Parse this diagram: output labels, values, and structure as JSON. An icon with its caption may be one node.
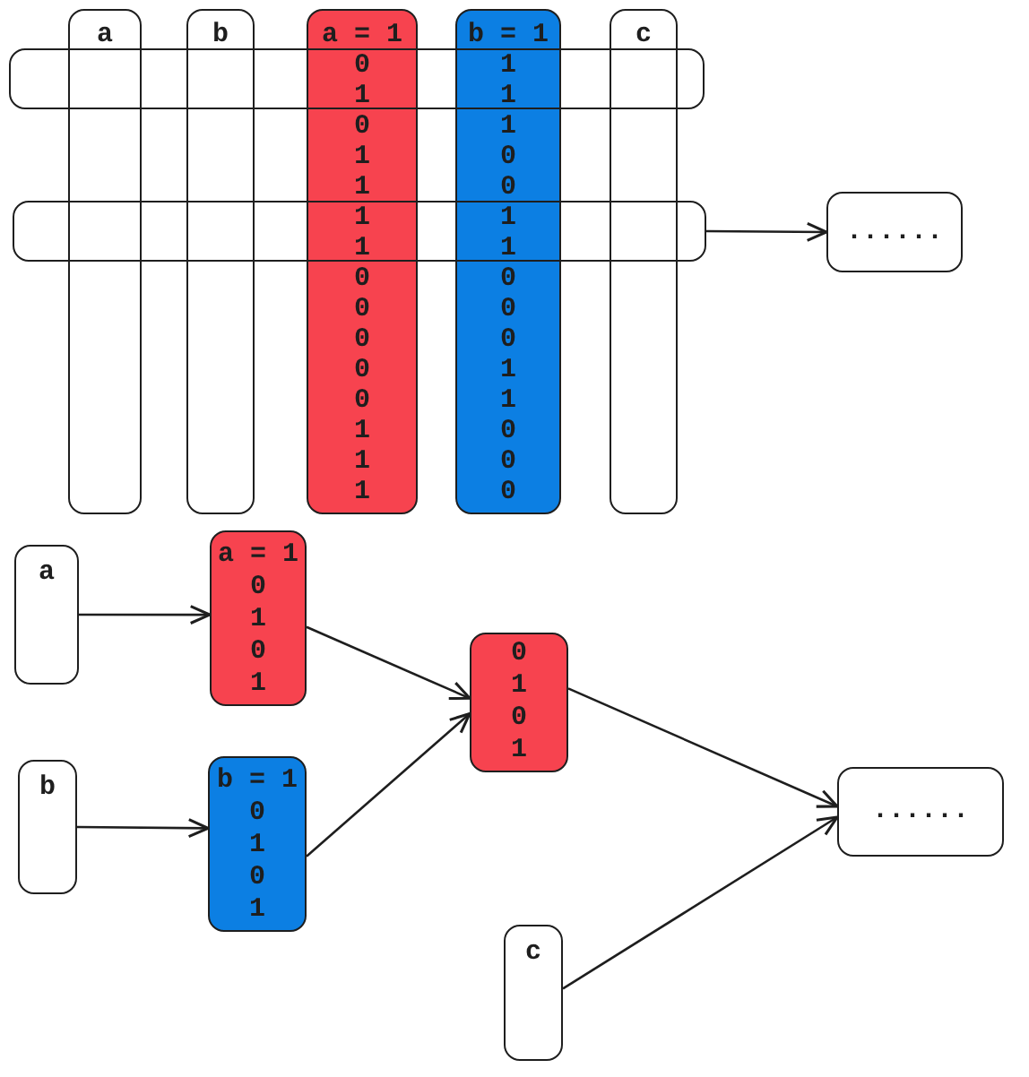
{
  "diagram": {
    "nodes": [
      {
        "text": [
          "a"
        ]
      },
      {
        "text": [
          "b"
        ]
      },
      {
        "text": [
          "a = 1",
          "0 1 0 1 1 1 1 0 0 0 0 0 1 1 1"
        ]
      },
      {
        "text": [
          "b = 1",
          "1 1 1 0 0 1 1 0 0 0 1 1 0 0 0"
        ]
      },
      {
        "text": [
          "c"
        ]
      },
      {
        "text": [],
        "shape": "box"
      },
      {
        "text": [],
        "shape": "box"
      },
      {
        "text": [
          "......"
        ]
      },
      {
        "text": [
          "a"
        ]
      },
      {
        "text": [
          "a = 1",
          "0 1 0 1"
        ]
      },
      {
        "text": [
          "b"
        ]
      },
      {
        "text": [
          "b = 1",
          "0 1 0 1"
        ]
      },
      {
        "text": [
          "0 1 0 1"
        ]
      },
      {
        "text": [
          "c"
        ]
      },
      {
        "text": [
          "......"
        ]
      }
    ],
    "edges": [
      {
        "from": 6,
        "to": 7,
        "arrow": "to"
      },
      {
        "from": 8,
        "to": 9,
        "arrow": "to"
      },
      {
        "from": 10,
        "to": 11,
        "arrow": "to"
      },
      {
        "from": 9,
        "to": 12,
        "arrow": "to"
      },
      {
        "from": 11,
        "to": 12,
        "arrow": "to"
      },
      {
        "from": 12,
        "to": 14,
        "arrow": "to"
      },
      {
        "from": 13,
        "to": 14,
        "arrow": "to"
      }
    ]
  }
}
